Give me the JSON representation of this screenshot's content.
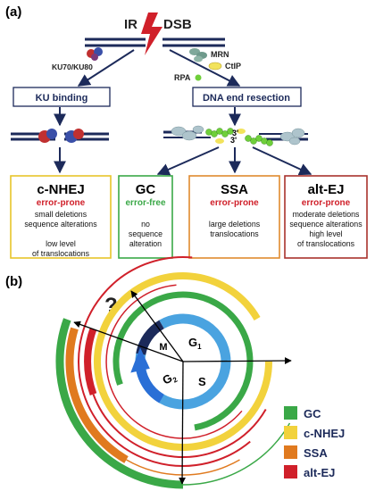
{
  "panel_a": {
    "label": "(a)",
    "ir": "IR",
    "dsb": "DSB",
    "ku_label": "KU70/KU80",
    "mrn_label": "MRN",
    "ctip_label": "CtIP",
    "rpa_label": "RPA",
    "ku_binding": "KU binding",
    "resection": "DNA end resection",
    "three_prime_a": "3'",
    "three_prime_b": "3'",
    "pathways": [
      {
        "name": "c-NHEJ",
        "status": "error-prone",
        "lines": [
          "small deletions",
          "sequence alterations",
          "",
          "low level",
          "of translocations"
        ],
        "border": "#e8c52a",
        "status_color": "#d0202a"
      },
      {
        "name": "GC",
        "status": "error-free",
        "lines": [
          "",
          "no",
          "sequence",
          "alteration"
        ],
        "border": "#3aa847",
        "status_color": "#3aa847"
      },
      {
        "name": "SSA",
        "status": "error-prone",
        "lines": [
          "",
          "large deletions",
          "translocations"
        ],
        "border": "#e08a2e",
        "status_color": "#d0202a"
      },
      {
        "name": "alt-EJ",
        "status": "error-prone",
        "lines": [
          "moderate deletions",
          "sequence alterations",
          "high level",
          "of translocations"
        ],
        "border": "#a8322c",
        "status_color": "#d0202a"
      }
    ]
  },
  "panel_b": {
    "label": "(b)",
    "question": "?",
    "phases": {
      "m": "M",
      "g1": "G",
      "g1_sub": "1",
      "s": "S",
      "g2": "G",
      "g2_sub": "2"
    },
    "legend": [
      {
        "label": "GC",
        "color": "#3aa847"
      },
      {
        "label": "c-NHEJ",
        "color": "#f2d23c"
      },
      {
        "label": "SSA",
        "color": "#e07a1f"
      },
      {
        "label": "alt-EJ",
        "color": "#d0202a"
      }
    ]
  }
}
